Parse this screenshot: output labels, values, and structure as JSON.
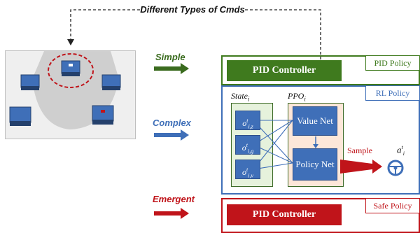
{
  "top_label": "Different Types of Cmds",
  "modes": {
    "simple": {
      "label": "Simple",
      "color": "#3a6b1e"
    },
    "complex": {
      "label": "Complex",
      "color": "#3f6fb8"
    },
    "emergent": {
      "label": "Emergent",
      "color": "#c0141a"
    }
  },
  "pid_policy": {
    "tag": "PID Policy",
    "controller": "PID Controller",
    "color": "#3f7a1e"
  },
  "rl_policy": {
    "tag": "RL Policy",
    "color": "#3f6fb8",
    "state_label": "State",
    "state_sub": "i",
    "ppo_label": "PPO",
    "ppo_sub": "i",
    "obs": [
      {
        "base": "o",
        "sup": "t",
        "sub": "i,z"
      },
      {
        "base": "o",
        "sup": "t",
        "sub": "i,g"
      },
      {
        "base": "o",
        "sup": "t",
        "sub": "i,v"
      }
    ],
    "value_net": "Value Net",
    "policy_net": "Policy Net",
    "sample_label": "Sample",
    "action": {
      "base": "a",
      "sup": "t",
      "sub": "i"
    }
  },
  "safe_policy": {
    "tag": "Safe Policy",
    "controller": "PID Controller",
    "color": "#c0141a"
  }
}
